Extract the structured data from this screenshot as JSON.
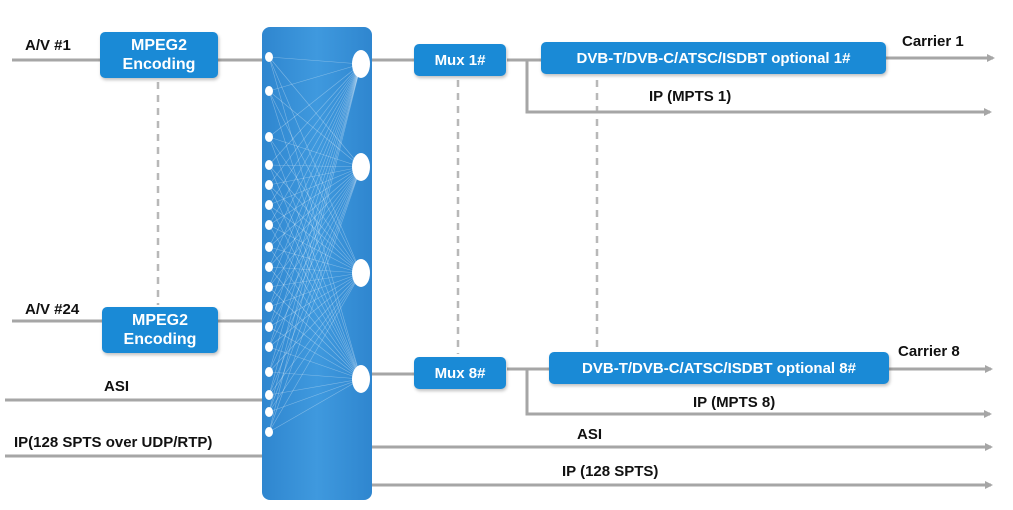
{
  "inputs": {
    "av1": "A/V #1",
    "av24": "A/V #24",
    "asi": "ASI",
    "ip": "IP(128 SPTS over UDP/RTP)"
  },
  "encoders": {
    "enc1": {
      "line1": "MPEG2",
      "line2": "Encoding"
    },
    "enc24": {
      "line1": "MPEG2",
      "line2": "Encoding"
    }
  },
  "muxes": {
    "mux1": "Mux 1#",
    "mux8": "Mux 8#"
  },
  "modulators": {
    "mod1": "DVB-T/DVB-C/ATSC/ISDBT optional 1#",
    "mod8": "DVB-T/DVB-C/ATSC/ISDBT optional 8#"
  },
  "outputs": {
    "carrier1": "Carrier 1",
    "ip_mpts1": "IP (MPTS 1)",
    "carrier8": "Carrier 8",
    "ip_mpts8": "IP (MPTS 8)",
    "asi": "ASI",
    "ip128": "IP (128 SPTS)"
  },
  "colors": {
    "box": "#1a8ad6",
    "line": "#a6a6a6",
    "dash": "#b8b8b8"
  }
}
